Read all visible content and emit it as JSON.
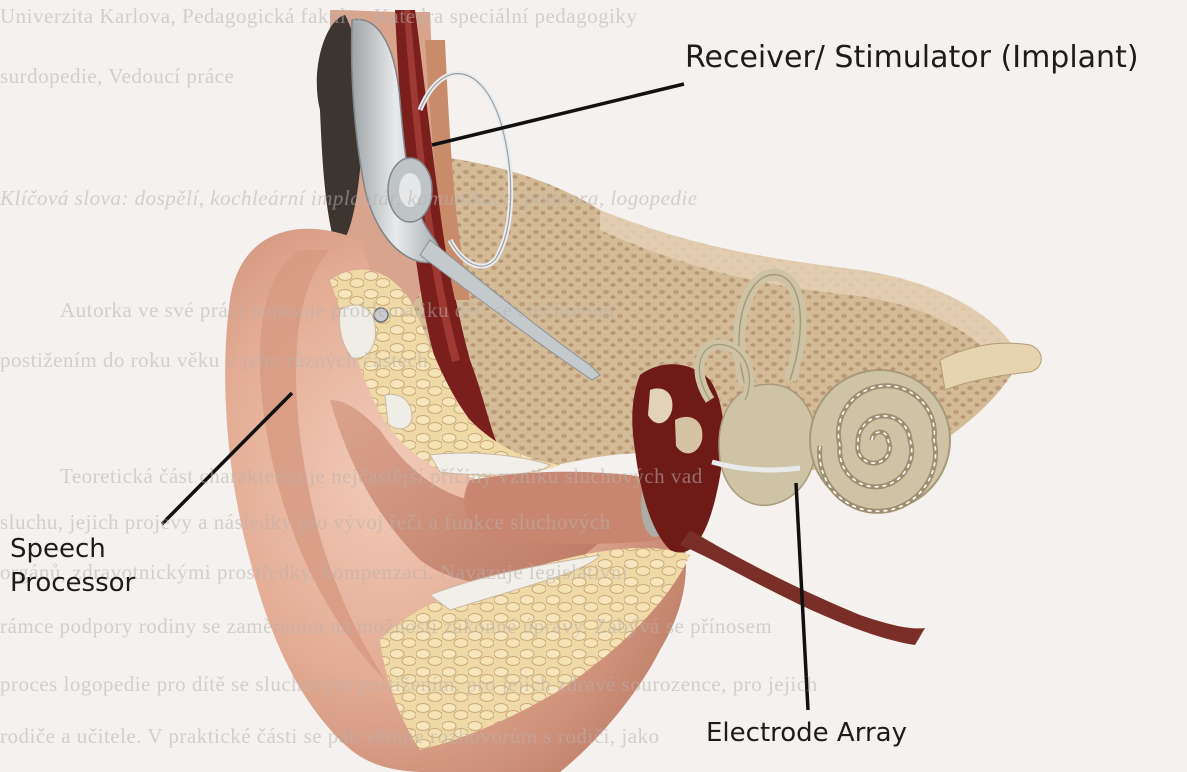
{
  "labels": {
    "receiver": "Receiver/ Stimulator (Implant)",
    "speech_line1": "Speech",
    "speech_line2": "Processor",
    "electrode": "Electrode Array"
  },
  "background_text": [
    "Univerzita Karlova, Pedagogická fakulta, Katedra speciální pedagogiky",
    "surdopedie, Vedoucí práce",
    "Klíčová slova: dospělí, kochleární implantát, komunikace, podpora, logopedie",
    "Autorka ve své práci popisuje problematiku dětí se sluchovým",
    "postižením do roku věku v jeho různých částech",
    "Teoretická část charakterizuje nejčastější příčiny vzniku sluchových vad",
    "sluchu, jejich projevy a následky pro vývoj řeči a funkce sluchových",
    "orgánů, zdravotnickými prostředky, kompenzací. Navazuje legislativní",
    "rámce podpory rodiny se zaměřením na možnosti zákonné úpravy. Zabývá se přínosem",
    "proces logopedie pro dítě se sluchovým postižením, pro jejich zdravé sourozence, pro jejich",
    "rodiče a učitele. V praktické části se pak věnuje rozhovorům s rodiči, jako"
  ],
  "colors": {
    "background": "#f4f1ee",
    "skin": "#e8b7a0",
    "bone": "#d9bfa0",
    "artery": "#7a1f1c",
    "cochlea": "#cfc3a6",
    "label_text": "#1c1c1c"
  }
}
